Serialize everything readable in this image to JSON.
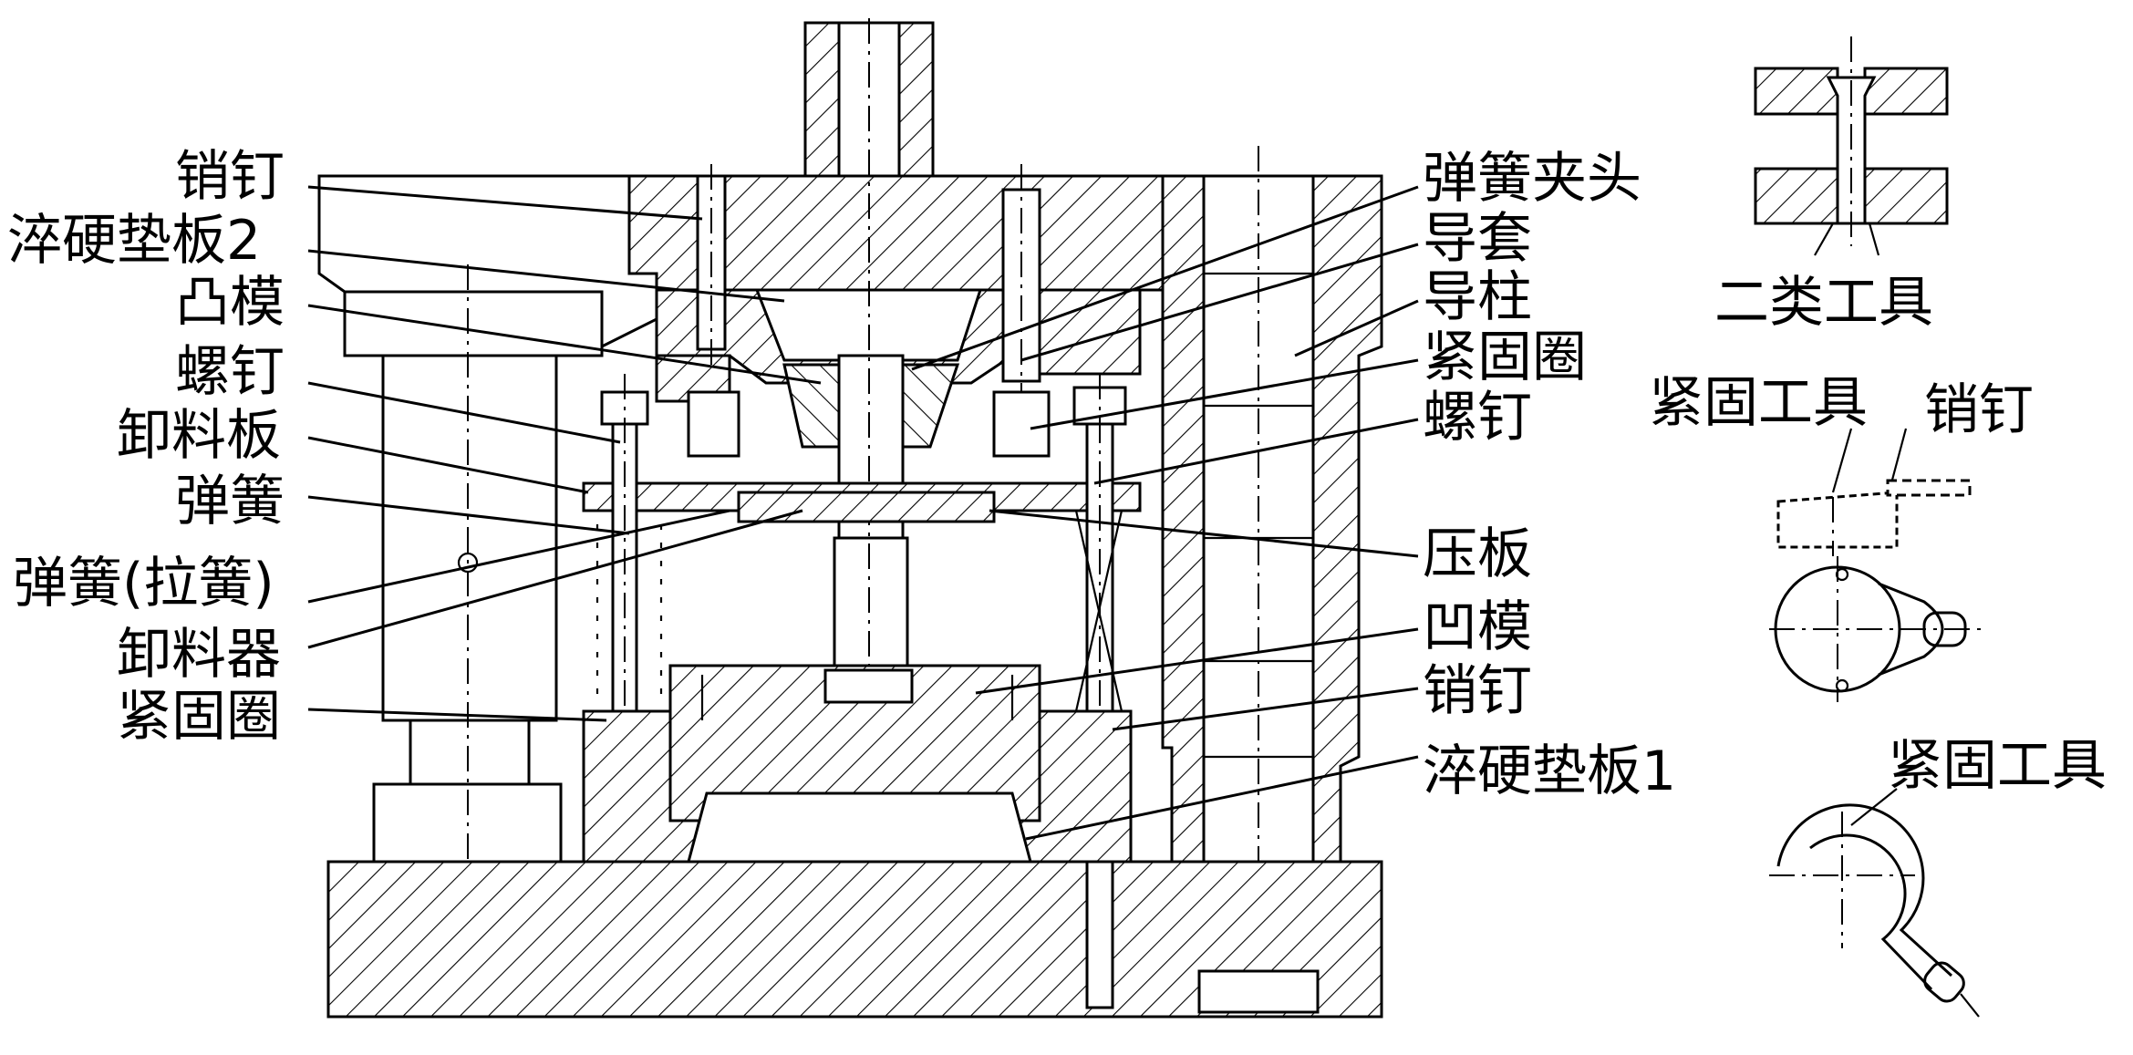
{
  "diagram": {
    "labels_left": {
      "pin_top": "销钉",
      "hardened_plate_2": "淬硬垫板2",
      "punch": "凸模",
      "screw_left": "螺钉",
      "stripper_plate": "卸料板",
      "spring": "弹簧",
      "tension_spring": "弹簧(拉簧)",
      "unloader": "卸料器",
      "clamp_ring_left": "紧固圈"
    },
    "labels_right": {
      "spring_chuck": "弹簧夹头",
      "guide_bush": "导套",
      "guide_post": "导柱",
      "clamp_ring_right": "紧固圈",
      "screw_right": "螺钉",
      "press_plate": "压板",
      "die": "凹模",
      "pin_right": "销钉",
      "hardened_plate_1": "淬硬垫板1"
    },
    "labels_tools": {
      "class2_tool": "二类工具",
      "clamp_tool_top": "紧固工具",
      "pin_tool": "销钉",
      "clamp_tool_bottom": "紧固工具"
    }
  }
}
